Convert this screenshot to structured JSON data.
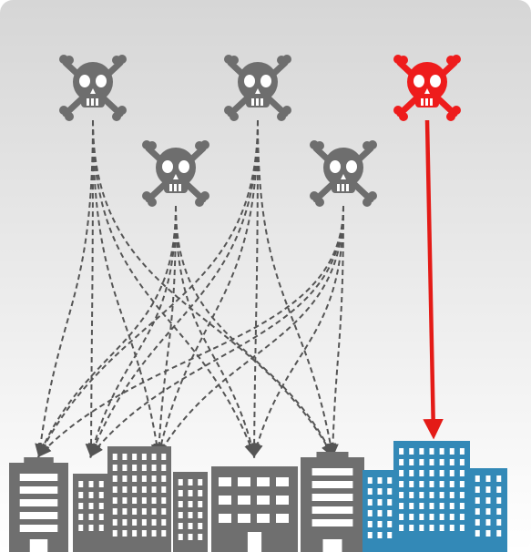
{
  "colors": {
    "background_top": "#d6d6d6",
    "background_bottom": "#ffffff",
    "attacker": "#6e6e6e",
    "targeted_attacker": "#ee1c1c",
    "building_gray": "#6f6f6f",
    "building_blue": "#3389b7",
    "window": "#ffffff",
    "connection_line": "#555555",
    "targeted_line": "#e41b17"
  },
  "icons": {
    "attacker": "skull-crossbones-icon",
    "target": "office-building-icon"
  },
  "nodes": {
    "attackers": [
      {
        "id": "attacker-1",
        "style": "gray"
      },
      {
        "id": "attacker-2",
        "style": "gray"
      },
      {
        "id": "attacker-3",
        "style": "gray"
      },
      {
        "id": "attacker-4",
        "style": "gray"
      },
      {
        "id": "attacker-5",
        "style": "red"
      }
    ],
    "buildings": [
      {
        "id": "building-1",
        "style": "gray"
      },
      {
        "id": "building-2",
        "style": "gray"
      },
      {
        "id": "building-3",
        "style": "gray"
      },
      {
        "id": "building-4",
        "style": "gray"
      },
      {
        "id": "building-5",
        "style": "gray"
      },
      {
        "id": "building-6",
        "style": "gray"
      },
      {
        "id": "building-7",
        "style": "blue"
      },
      {
        "id": "building-8",
        "style": "blue"
      },
      {
        "id": "building-9",
        "style": "blue"
      }
    ]
  },
  "edges": [
    {
      "from": "attacker-1",
      "to": "building-1",
      "style": "dashed-gray"
    },
    {
      "from": "attacker-1",
      "to": "building-2",
      "style": "dashed-gray"
    },
    {
      "from": "attacker-1",
      "to": "building-3",
      "style": "dashed-gray"
    },
    {
      "from": "attacker-1",
      "to": "building-4",
      "style": "dashed-gray"
    },
    {
      "from": "attacker-1",
      "to": "building-5",
      "style": "dashed-gray"
    },
    {
      "from": "attacker-2",
      "to": "building-1",
      "style": "dashed-gray"
    },
    {
      "from": "attacker-2",
      "to": "building-2",
      "style": "dashed-gray"
    },
    {
      "from": "attacker-2",
      "to": "building-3",
      "style": "dashed-gray"
    },
    {
      "from": "attacker-2",
      "to": "building-4",
      "style": "dashed-gray"
    },
    {
      "from": "attacker-2",
      "to": "building-5",
      "style": "dashed-gray"
    },
    {
      "from": "attacker-3",
      "to": "building-1",
      "style": "dashed-gray"
    },
    {
      "from": "attacker-3",
      "to": "building-2",
      "style": "dashed-gray"
    },
    {
      "from": "attacker-3",
      "to": "building-3",
      "style": "dashed-gray"
    },
    {
      "from": "attacker-3",
      "to": "building-4",
      "style": "dashed-gray"
    },
    {
      "from": "attacker-3",
      "to": "building-5",
      "style": "dashed-gray"
    },
    {
      "from": "attacker-4",
      "to": "building-1",
      "style": "dashed-gray"
    },
    {
      "from": "attacker-4",
      "to": "building-2",
      "style": "dashed-gray"
    },
    {
      "from": "attacker-4",
      "to": "building-3",
      "style": "dashed-gray"
    },
    {
      "from": "attacker-4",
      "to": "building-4",
      "style": "dashed-gray"
    },
    {
      "from": "attacker-4",
      "to": "building-5",
      "style": "dashed-gray"
    },
    {
      "from": "attacker-5",
      "to": "building-7",
      "style": "solid-red"
    }
  ]
}
